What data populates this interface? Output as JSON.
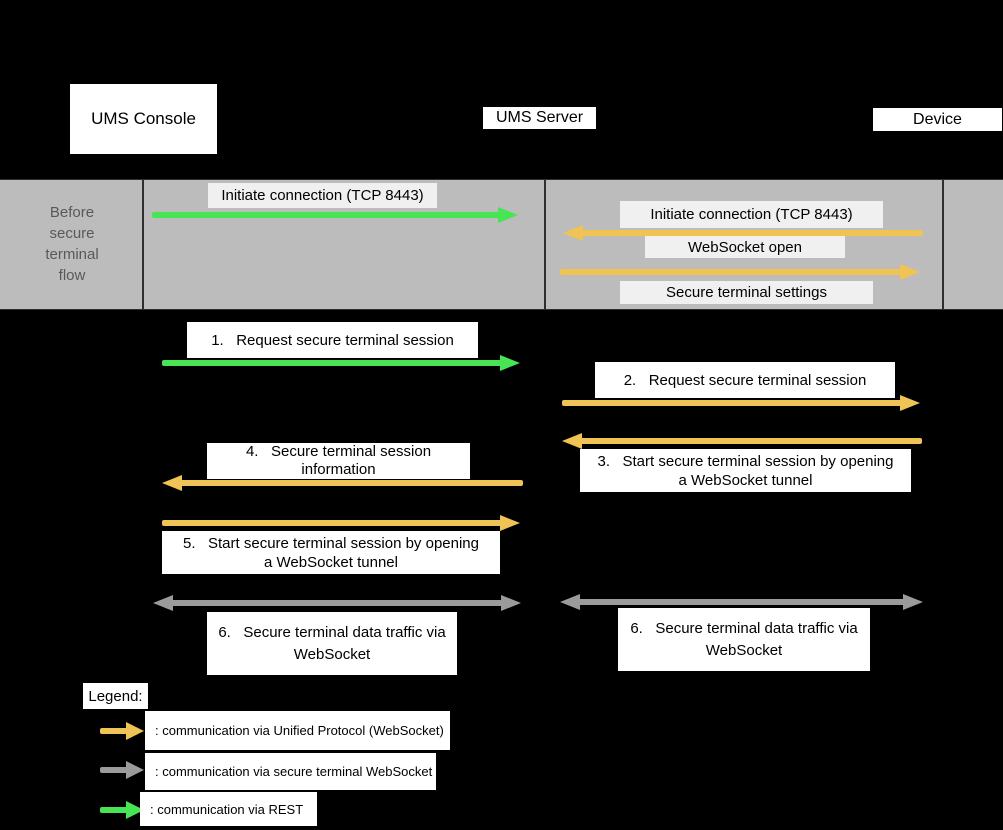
{
  "diagram": {
    "actors": {
      "console": "UMS Console",
      "server": "UMS Server",
      "device": "Device"
    },
    "band": {
      "phase_label": "Before\nsecure\nterminal\nflow",
      "msg_initiate_left": "Initiate connection (TCP 8443)",
      "msg_initiate_right": "Initiate connection (TCP 8443)",
      "msg_websocket_open": "WebSocket open",
      "msg_secure_settings": "Secure terminal settings"
    },
    "steps": {
      "s1": "1.   Request secure terminal session",
      "s2": "2.   Request secure terminal session",
      "s3": "3.   Start secure terminal session by opening\na WebSocket tunnel",
      "s4": "4.   Secure terminal session\ninformation",
      "s5": "5.   Start secure terminal session by opening\na WebSocket tunnel",
      "s6_left": "6.   Secure terminal data traffic via\nWebSocket",
      "s6_right": "6.   Secure terminal data traffic via\nWebSocket"
    },
    "legend": {
      "title": "Legend:",
      "unified": ": communication via Unified Protocol (WebSocket)",
      "secure_ws": ": communication via secure terminal WebSocket",
      "rest": ": communication via REST"
    },
    "colors": {
      "rest_green": "#47e553",
      "unified_yellow": "#efc354",
      "secure_ws_gray": "#9b9b9b",
      "band_bg": "#bcbcbc",
      "band_label_bg": "#f0f0f0",
      "band_text": "#595959"
    }
  }
}
